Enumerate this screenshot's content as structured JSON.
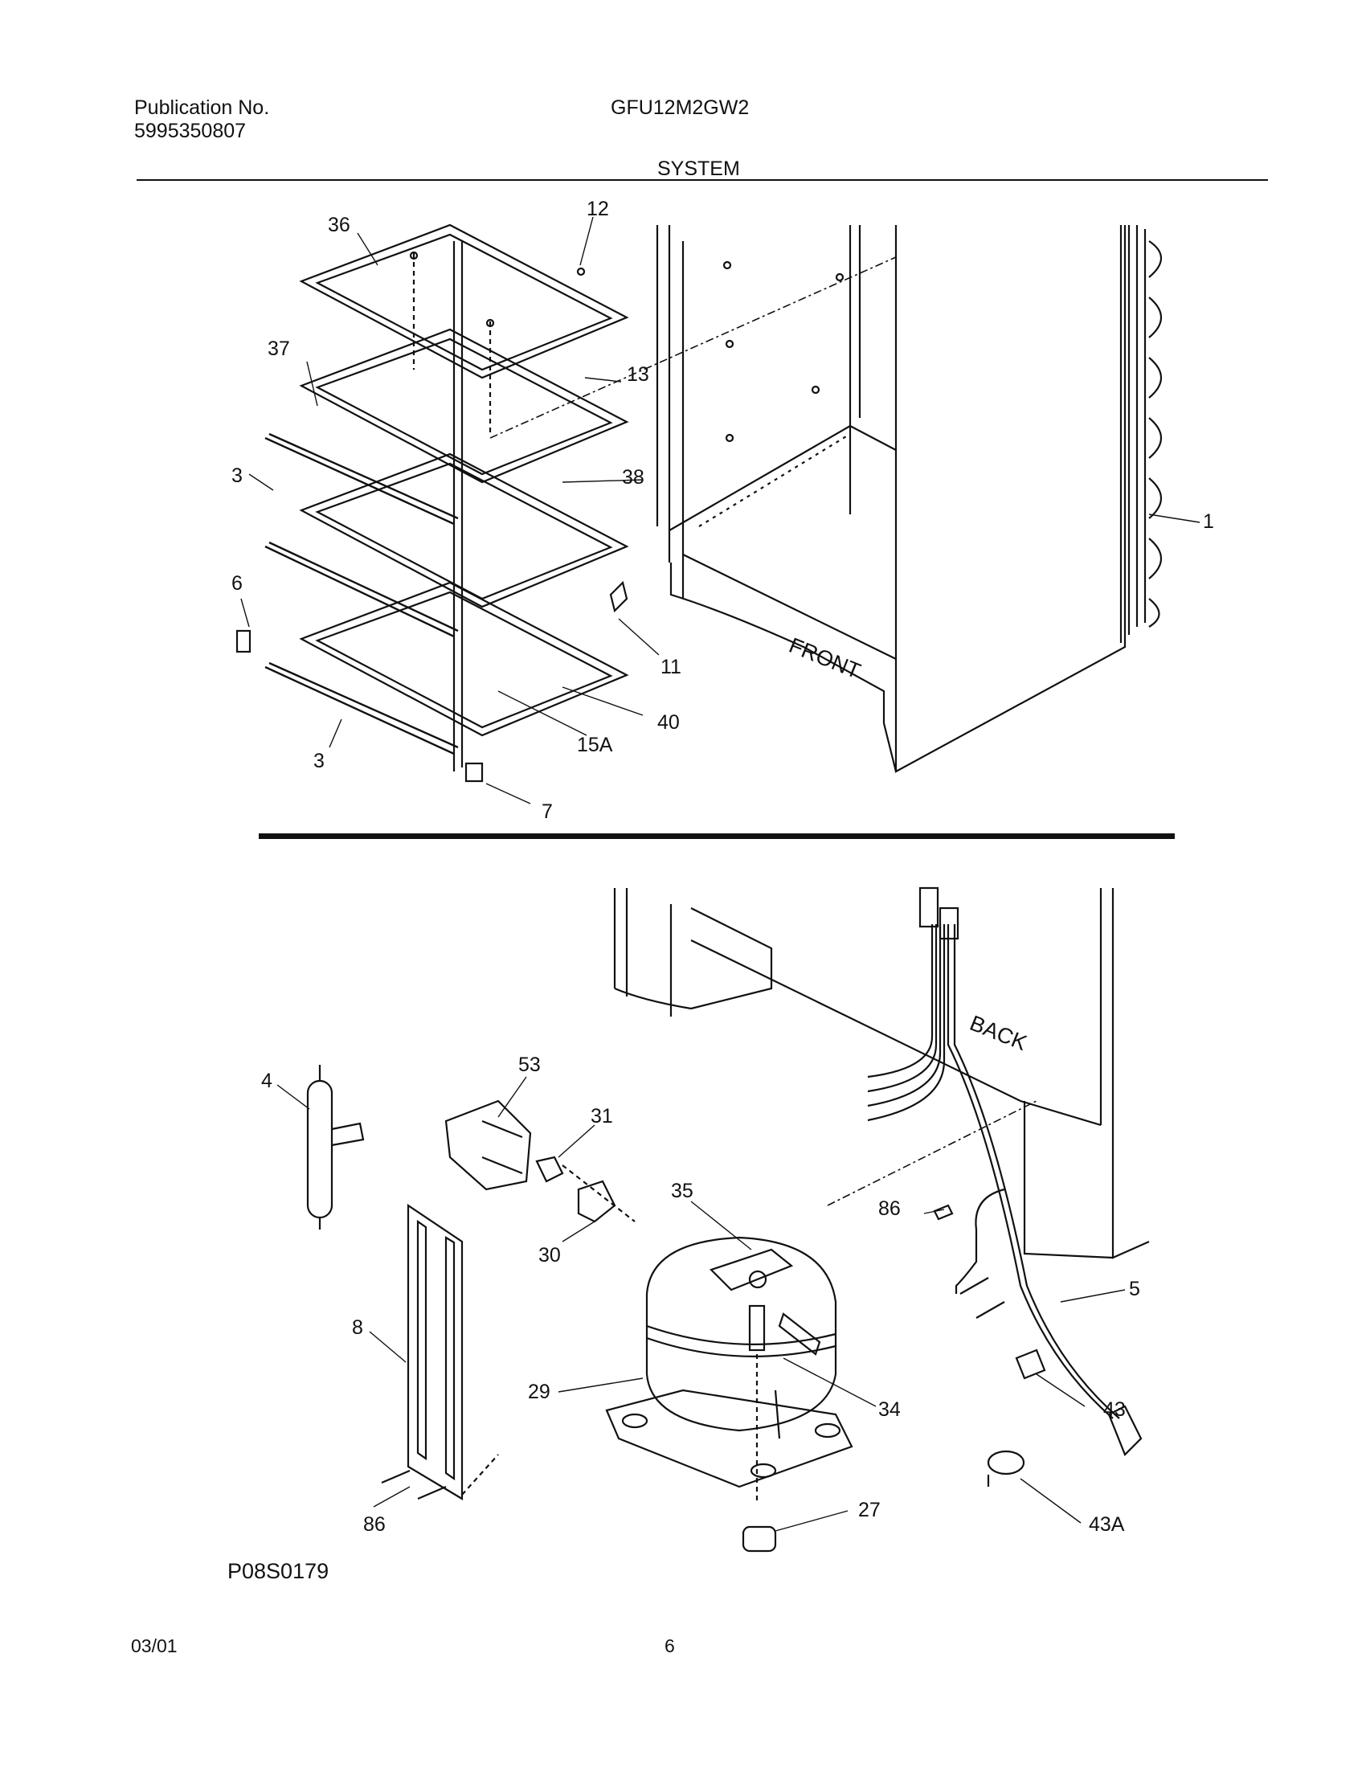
{
  "header": {
    "publication_label": "Publication No.",
    "publication_number": "5995350807",
    "model": "GFU12M2GW2",
    "section": "SYSTEM"
  },
  "top_diagram": {
    "cabinet_label": "FRONT",
    "callouts": [
      "36",
      "12",
      "37",
      "13",
      "3",
      "38",
      "1",
      "6",
      "11",
      "40",
      "15A",
      "3",
      "7"
    ]
  },
  "bottom_diagram": {
    "cabinet_label": "BACK",
    "callouts": [
      "53",
      "4",
      "31",
      "35",
      "86",
      "30",
      "5",
      "8",
      "29",
      "34",
      "43",
      "27",
      "86",
      "43A"
    ],
    "drawing_code": "P08S0179"
  },
  "footer": {
    "date": "03/01",
    "page": "6"
  }
}
